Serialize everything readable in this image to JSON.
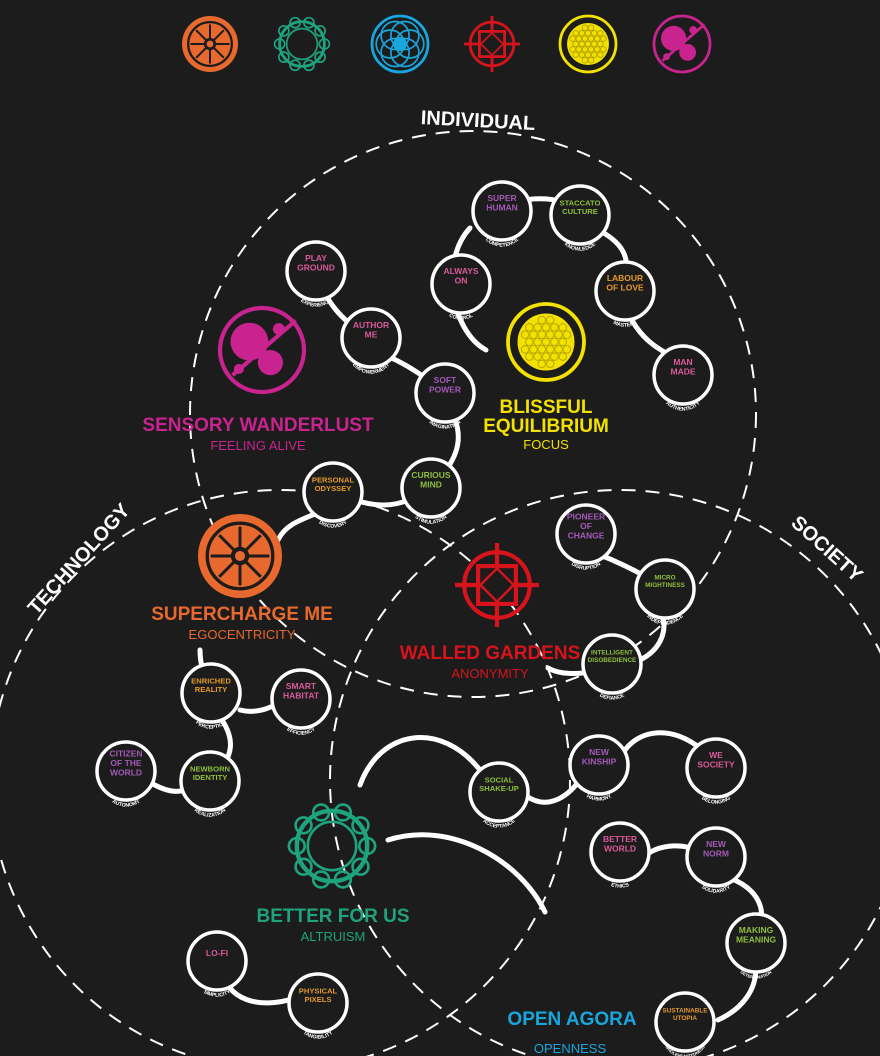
{
  "colors": {
    "background": "#1c1c1c",
    "white": "#ffffff",
    "orange": "#e8692e",
    "teal": "#1fa37c",
    "cyan": "#19a6dd",
    "red": "#d7141c",
    "yellow": "#f3e100",
    "magenta": "#c8238f",
    "purple": "#a35ab8",
    "green": "#8fbf3c",
    "amber": "#e39a2a",
    "pink": "#d85a9a"
  },
  "icon_row": [
    {
      "name": "supercharge-icon",
      "color": "orange"
    },
    {
      "name": "better-for-us-icon",
      "color": "teal"
    },
    {
      "name": "open-agora-icon",
      "color": "cyan"
    },
    {
      "name": "walled-gardens-icon",
      "color": "red"
    },
    {
      "name": "blissful-icon",
      "color": "yellow"
    },
    {
      "name": "sensory-icon",
      "color": "magenta"
    }
  ],
  "circle_labels": {
    "individual": "INDIVIDUAL",
    "technology": "TECHNOLOGY",
    "society": "SOCIETY"
  },
  "clusters": [
    {
      "id": "sensory",
      "title": "SENSORY WANDERLUST",
      "subtitle": "FEELING ALIVE",
      "color": "magenta"
    },
    {
      "id": "blissful",
      "title_line1": "BLISSFUL",
      "title_line2": "EQUILIBRIUM",
      "subtitle": "FOCUS",
      "color": "yellow"
    },
    {
      "id": "supercharge",
      "title": "SUPERCHARGE ME",
      "subtitle": "EGOCENTRICITY",
      "color": "orange"
    },
    {
      "id": "walled",
      "title": "WALLED GARDENS",
      "subtitle": "ANONYMITY",
      "color": "red"
    },
    {
      "id": "better",
      "title": "BETTER FOR US",
      "subtitle": "ALTRUISM",
      "color": "teal"
    },
    {
      "id": "agora",
      "title": "OPEN AGORA",
      "subtitle": "OPENNESS",
      "color": "cyan"
    }
  ],
  "nodes": [
    {
      "id": "superhuman",
      "lines": [
        "SUPER",
        "HUMAN"
      ],
      "arc": "COMPETENCE",
      "color": "purple"
    },
    {
      "id": "staccato",
      "lines": [
        "STACCATO",
        "CULTURE"
      ],
      "arc": "KNOWLEDGE",
      "color": "green"
    },
    {
      "id": "always-on",
      "lines": [
        "ALWAYS",
        "ON"
      ],
      "arc": "CONTROL",
      "color": "pink"
    },
    {
      "id": "labour",
      "lines": [
        "LABOUR",
        "OF LOVE"
      ],
      "arc": "MASTERY",
      "color": "amber"
    },
    {
      "id": "man-made",
      "lines": [
        "MAN",
        "MADE"
      ],
      "arc": "AUTHENTICITY",
      "color": "pink"
    },
    {
      "id": "playground",
      "lines": [
        "PLAY",
        "GROUND"
      ],
      "arc": "EXPERIENCE",
      "color": "pink"
    },
    {
      "id": "author-me",
      "lines": [
        "AUTHOR",
        "ME"
      ],
      "arc": "EMPOWERMENT",
      "color": "pink"
    },
    {
      "id": "soft-power",
      "lines": [
        "SOFT",
        "POWER"
      ],
      "arc": "IMAGINATION",
      "color": "purple"
    },
    {
      "id": "personal-odyssey",
      "lines": [
        "PERSONAL",
        "ODYSSEY"
      ],
      "arc": "DISCOVERY",
      "color": "amber"
    },
    {
      "id": "curious-mind",
      "lines": [
        "CURIOUS",
        "MIND"
      ],
      "arc": "STIMULATION",
      "color": "green"
    },
    {
      "id": "pioneer",
      "lines": [
        "PIONEER",
        "OF",
        "CHANGE"
      ],
      "arc": "DISRUPTION",
      "color": "purple"
    },
    {
      "id": "micro",
      "lines": [
        "MICRO",
        "MIGHTINESS"
      ],
      "arc": "INDEPENDENCE",
      "color": "green"
    },
    {
      "id": "intelligent",
      "lines": [
        "INTELLIGENT",
        "DISOBEDIENCE"
      ],
      "arc": "DEFIANCE",
      "color": "green"
    },
    {
      "id": "enriched",
      "lines": [
        "ENRICHED",
        "REALITY"
      ],
      "arc": "PERCEPTION",
      "color": "amber"
    },
    {
      "id": "smart-habitat",
      "lines": [
        "SMART",
        "HABITAT"
      ],
      "arc": "EFFICIENCY",
      "color": "pink"
    },
    {
      "id": "citizen",
      "lines": [
        "CITIZEN",
        "OF THE",
        "WORLD"
      ],
      "arc": "AUTONOMY",
      "color": "purple"
    },
    {
      "id": "newborn",
      "lines": [
        "NEWBORN",
        "IDENTITY"
      ],
      "arc": "REALIZATION",
      "color": "green"
    },
    {
      "id": "social-shakeup",
      "lines": [
        "SOCIAL",
        "SHAKE-UP"
      ],
      "arc": "ACCEPTANCE",
      "color": "green"
    },
    {
      "id": "new-kinship",
      "lines": [
        "NEW",
        "KINSHIP"
      ],
      "arc": "HARMONY",
      "color": "purple"
    },
    {
      "id": "we-society",
      "lines": [
        "WE",
        "SOCIETY"
      ],
      "arc": "BELONGING",
      "color": "pink"
    },
    {
      "id": "better-world",
      "lines": [
        "BETTER",
        "WORLD"
      ],
      "arc": "ETHICS",
      "color": "pink"
    },
    {
      "id": "new-norm",
      "lines": [
        "NEW",
        "NORM"
      ],
      "arc": "SOLIDARITY",
      "color": "purple"
    },
    {
      "id": "making-meaning",
      "lines": [
        "MAKING",
        "MEANING"
      ],
      "arc": "DETERMINATION",
      "color": "green"
    },
    {
      "id": "sustainable",
      "lines": [
        "SUSTAINABLE",
        "UTOPIA"
      ],
      "arc": "WHOLEHEARTEDNESS",
      "color": "amber"
    },
    {
      "id": "lo-fi",
      "lines": [
        "LO-FI"
      ],
      "arc": "SIMPLICITY",
      "color": "pink"
    },
    {
      "id": "physical-pixels",
      "lines": [
        "PHYSICAL",
        "PIXELS"
      ],
      "arc": "TANGIBILITY",
      "color": "amber"
    }
  ]
}
